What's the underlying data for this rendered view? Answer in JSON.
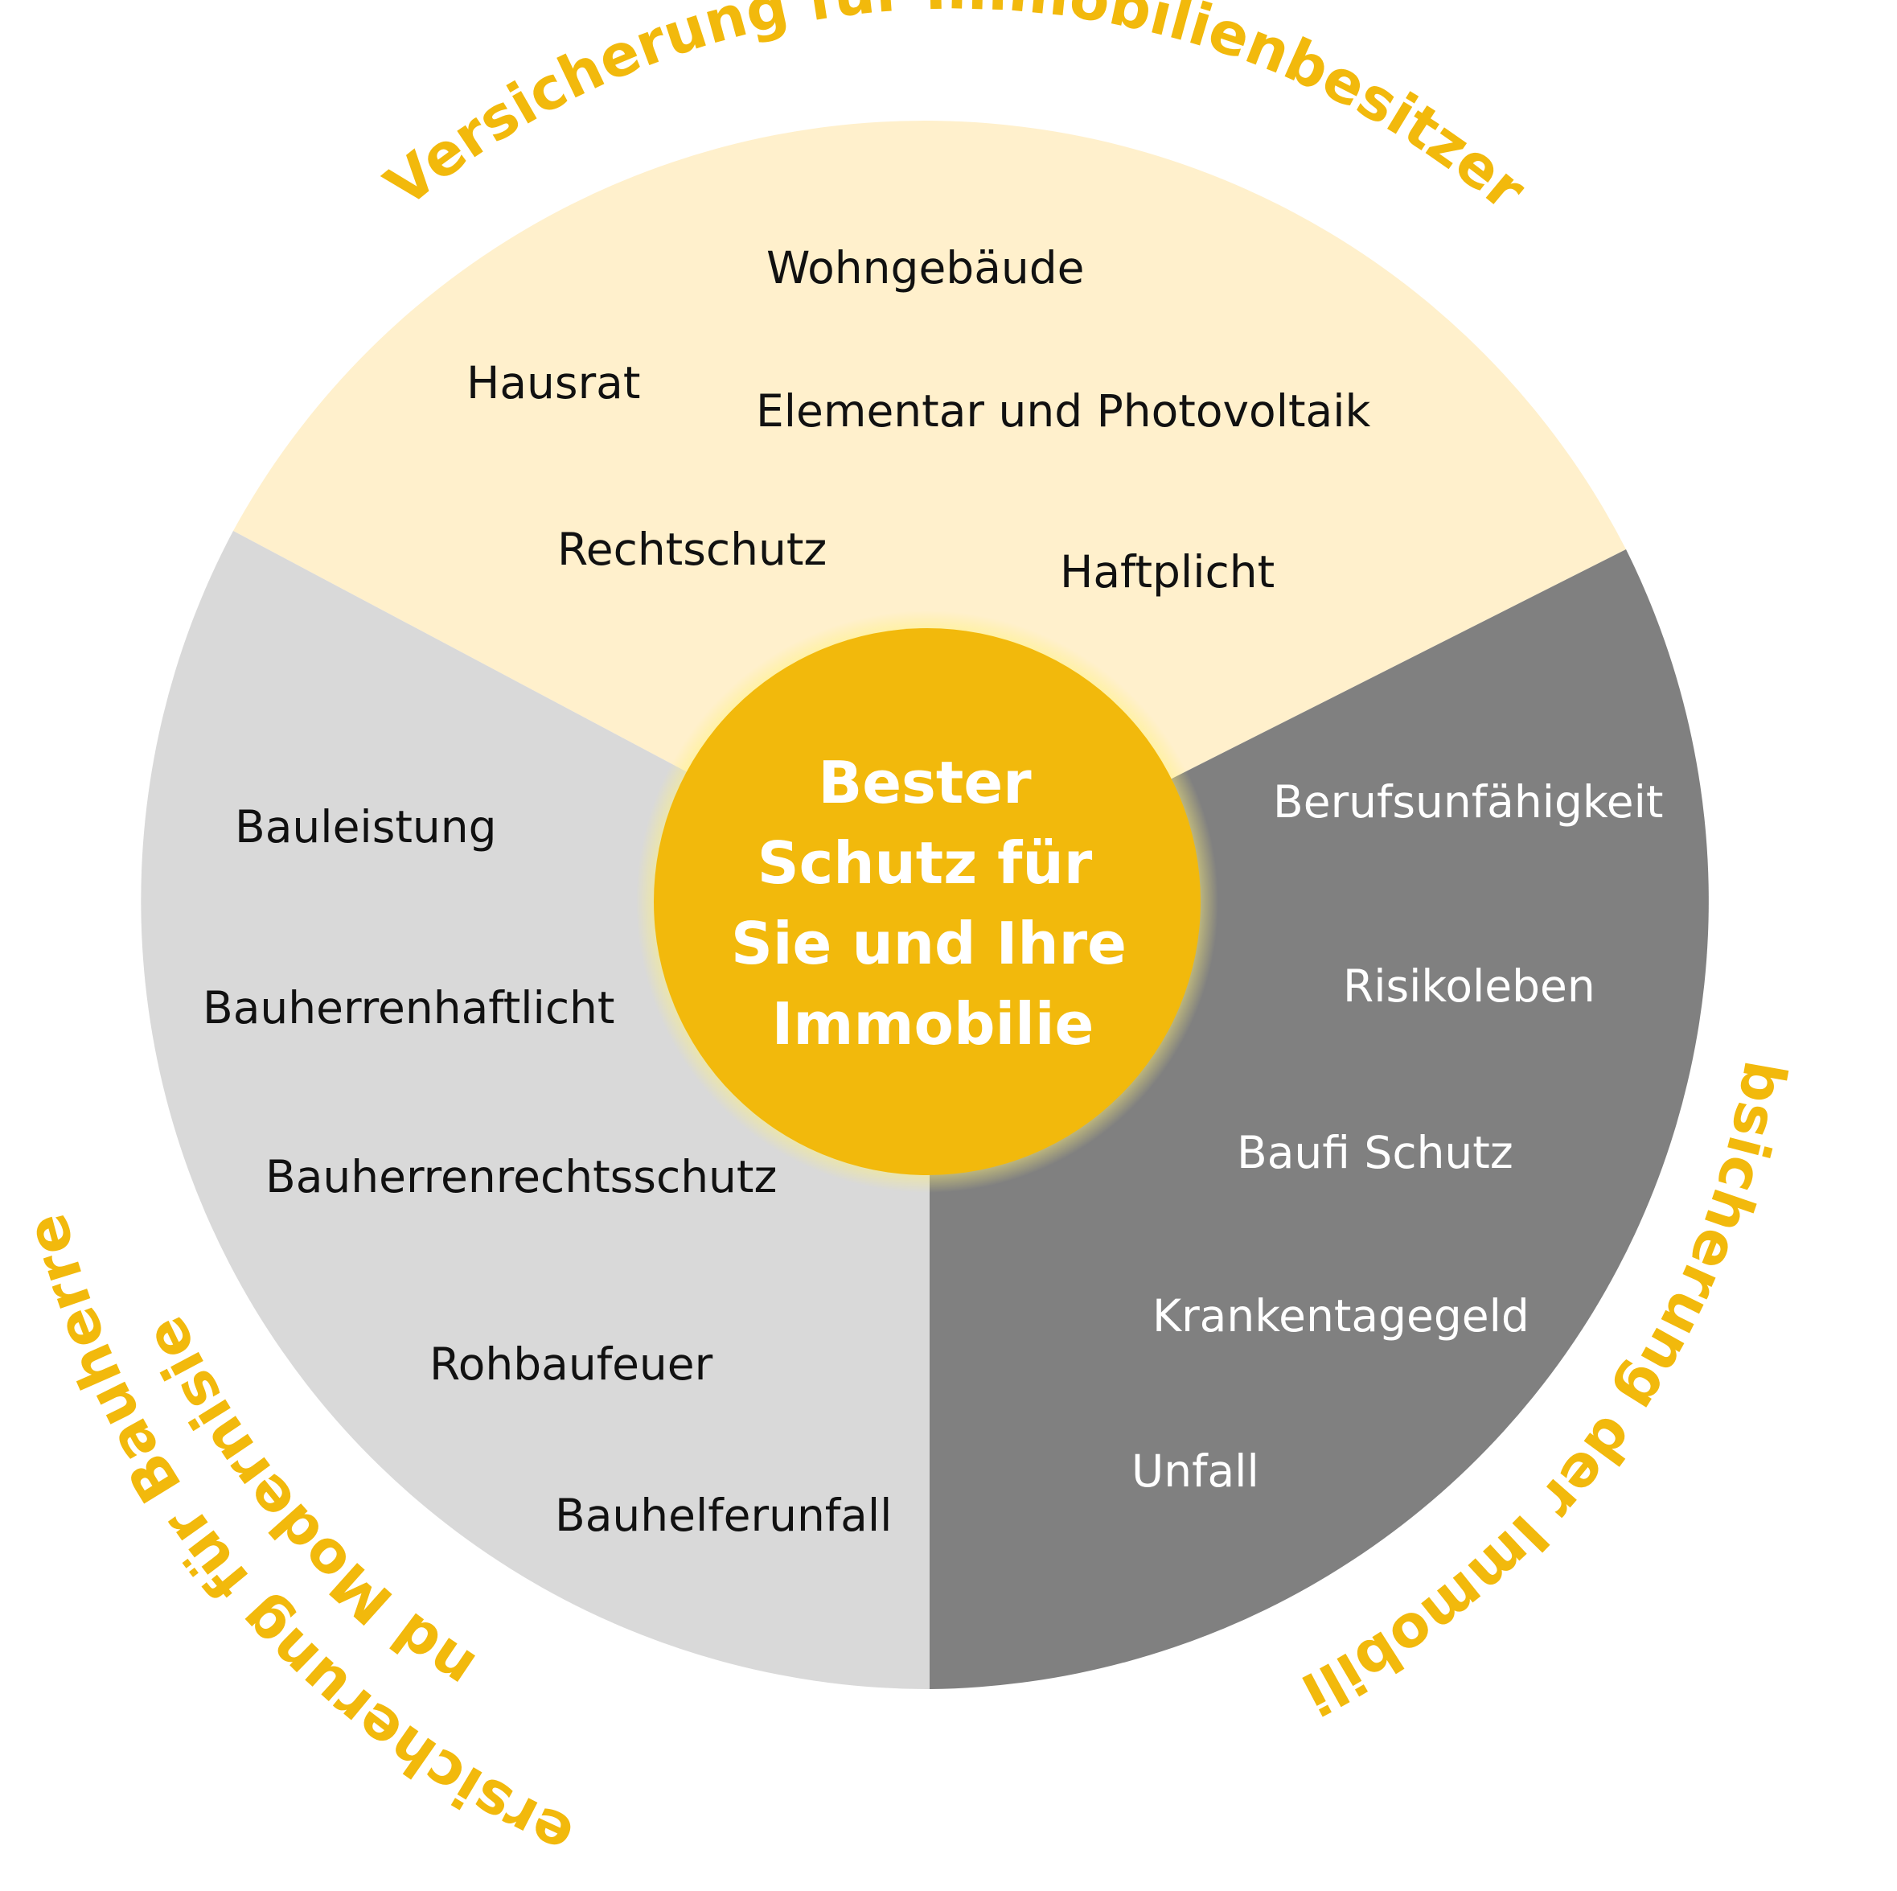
{
  "colors": {
    "top_segment": "#fff0cc",
    "left_segment": "#d9d9d9",
    "right_segment": "#808080",
    "center": "#f2b90c",
    "center_glow": "#fff27a",
    "arc_text": "#f2b90c"
  },
  "center": {
    "lines": [
      "Bester",
      "Schutz für",
      "Sie und Ihre",
      "Immobilie"
    ]
  },
  "segments": {
    "top": {
      "title": "Versicherung für Immobilienbesitzer",
      "items": [
        "Wohngebäude",
        "Hausrat",
        "Elementar und Photovoltaik",
        "Rechtschutz",
        "Haftplicht"
      ]
    },
    "left": {
      "title_line1": "Versicherung für Bauherren",
      "title_line2": "und Modernisier",
      "items": [
        "Bauleistung",
        "Bauherrenhaftlicht",
        "Bauherrenrechtsschutz",
        "Rohbaufeuer",
        "Bauhelferunfall"
      ]
    },
    "right": {
      "title": "Absicherung der Immobilie",
      "items": [
        "Berufsunfähigkeit",
        "Risikoleben",
        "Baufi Schutz",
        "Krankentagegeld",
        "Unfall"
      ]
    }
  }
}
